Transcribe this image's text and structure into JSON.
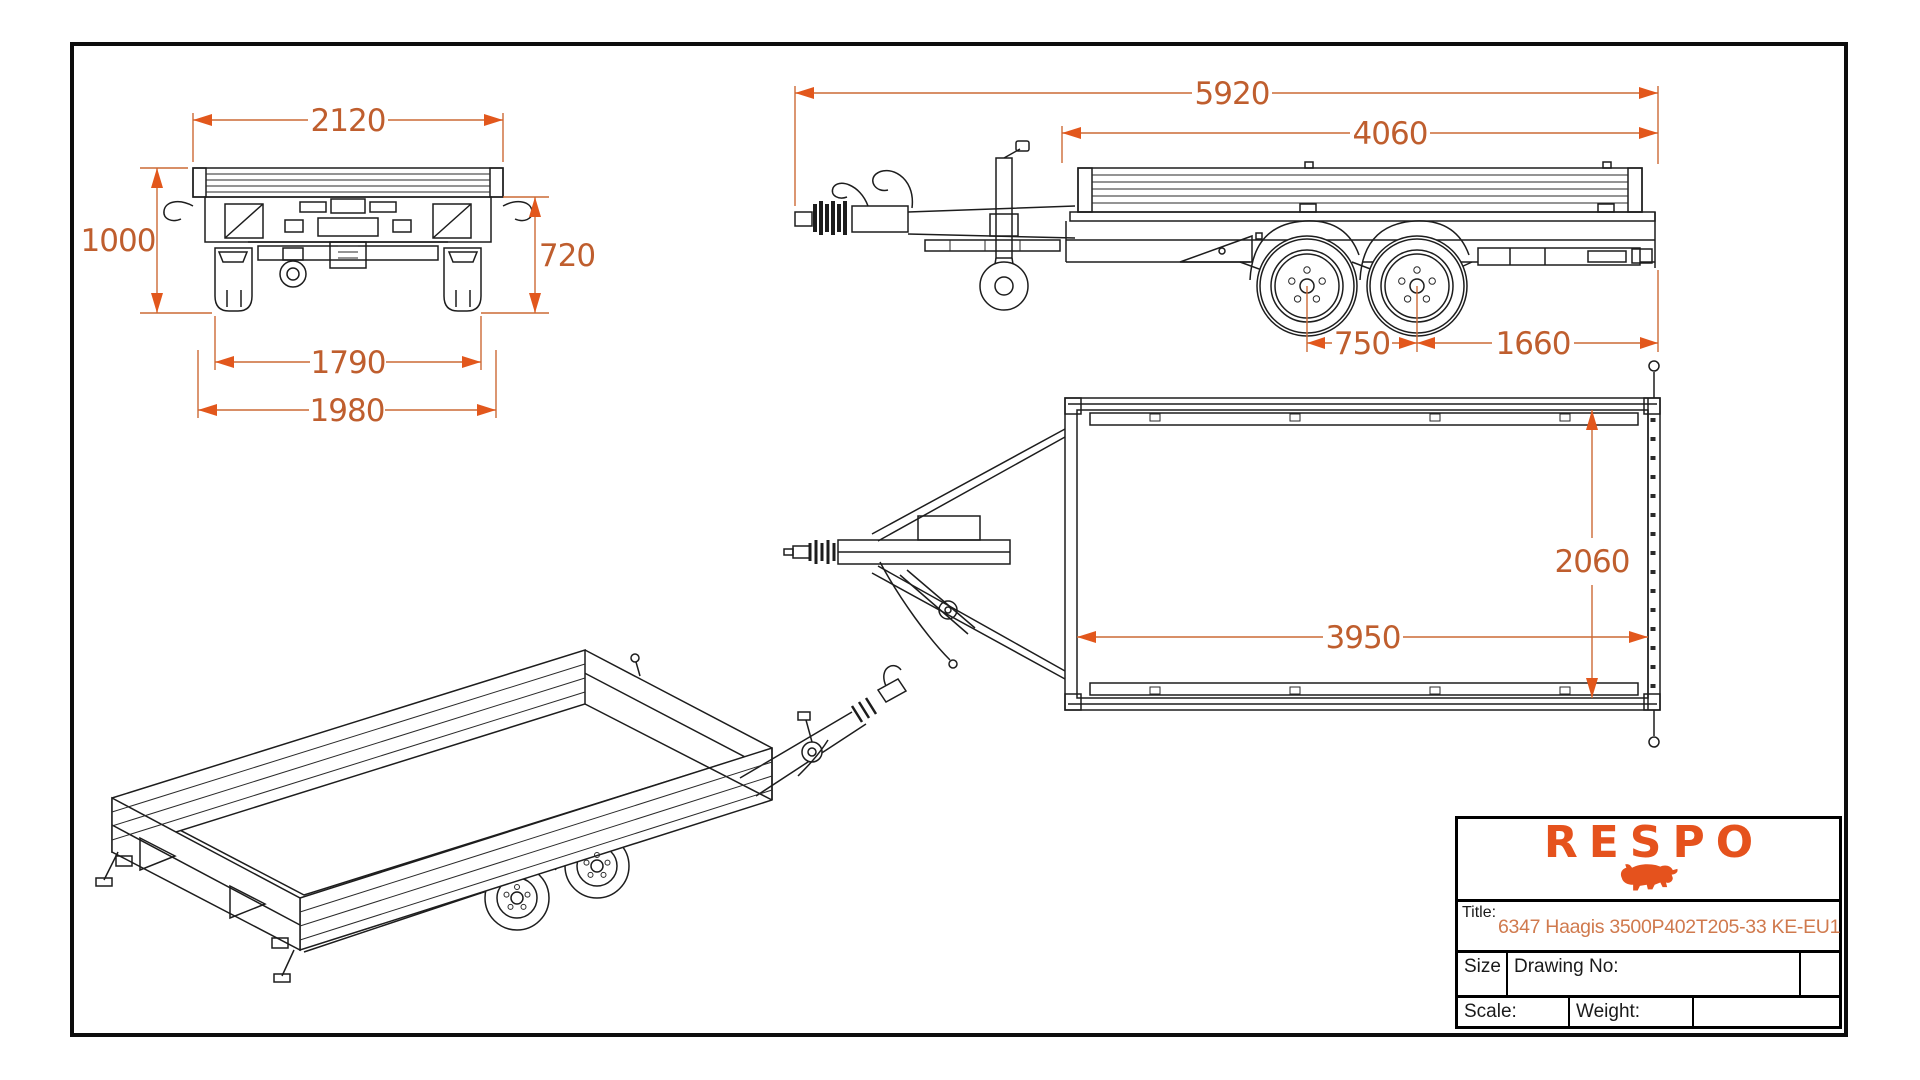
{
  "colors": {
    "dimension_line": "#cc6a35",
    "dimension_text": "#bf5e2e",
    "arrow": "#e2571c",
    "logo_orange": "#e5521d",
    "line_black": "#1d1d1d"
  },
  "dims": {
    "rear_width": "2120",
    "rear_height": "1000",
    "rear_frame_height": "720",
    "rear_track_inner": "1790",
    "rear_track_outer": "1980",
    "total_length": "5920",
    "bed_length": "4060",
    "axle_spacing": "750",
    "rear_overhang": "1660",
    "top_width": "2060",
    "top_length": "3950"
  },
  "title_block": {
    "logo_text": "RESPO",
    "title_label": "Title:",
    "title_value": "6347 Haagis 3500P402T205-33 KE-EU1",
    "size_label": "Size",
    "drawing_no_label": "Drawing No:",
    "scale_label": "Scale:",
    "weight_label": "Weight:"
  }
}
